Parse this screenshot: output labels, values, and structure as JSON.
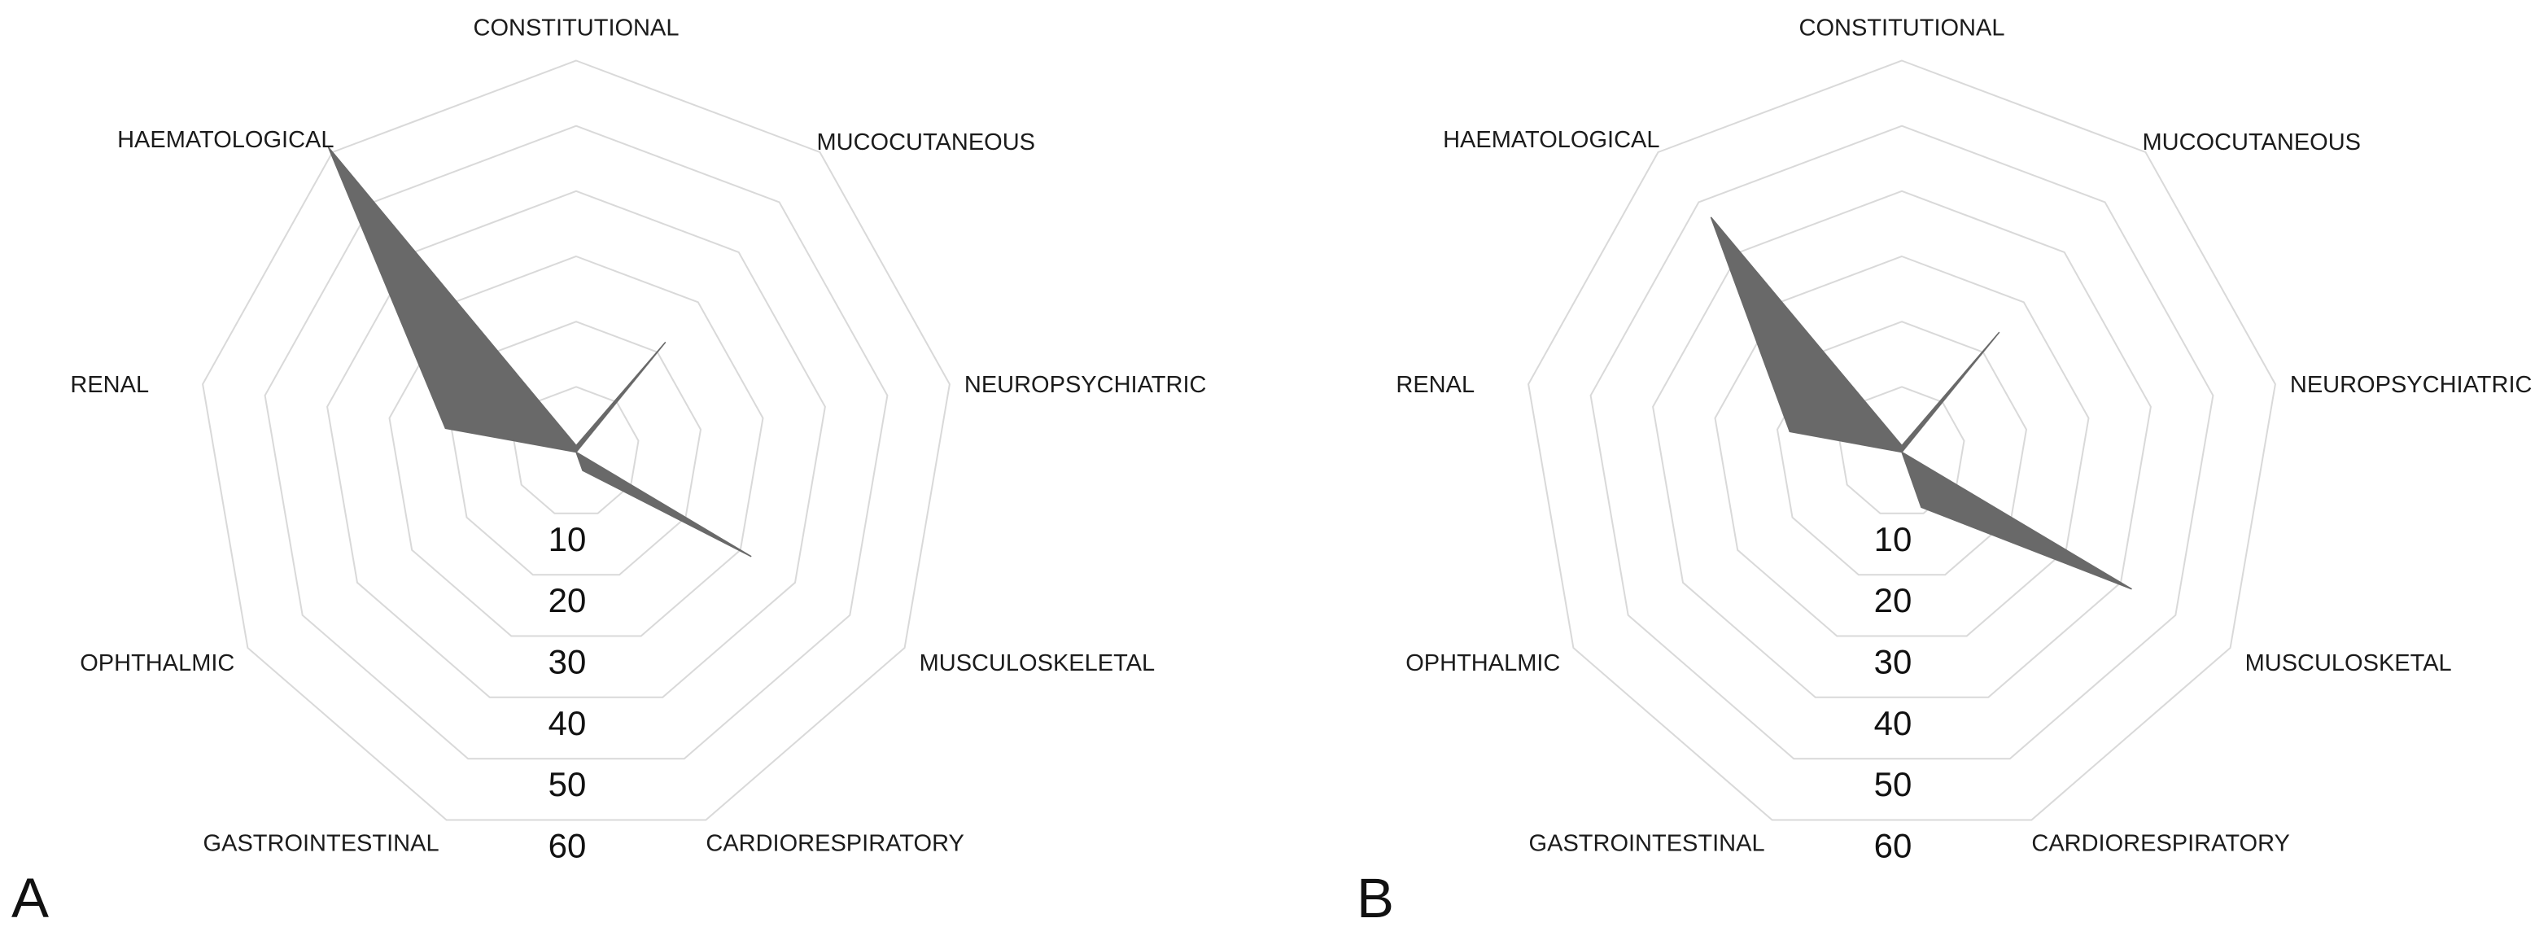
{
  "figure": {
    "panel_a_label": "A",
    "panel_b_label": "B"
  },
  "colors": {
    "series_fill": "#696969",
    "grid_line": "#d9d9d9",
    "category_text": "#1b1b1b",
    "tick_text": "#111111",
    "background": "#ffffff"
  },
  "chart_data": [
    {
      "type": "radar",
      "panel_label": "A",
      "categories": [
        "CONSTITUTIONAL",
        "MUCOCUTANEOUS",
        "NEUROPSYCHIATRIC",
        "MUSCULOSKELETAL",
        "CARDIORESPIRATORY",
        "GASTROINTESTINAL",
        "OPHTHALMIC",
        "RENAL",
        "HAEMATOLOGICAL"
      ],
      "values": [
        1,
        22,
        0,
        32,
        3,
        0,
        0,
        21,
        61
      ],
      "radial_ticks": [
        "10",
        "20",
        "30",
        "40",
        "50",
        "60"
      ],
      "rmin": 0,
      "rmax": 60,
      "grid": "on",
      "legend": "none",
      "series_name": ""
    },
    {
      "type": "radar",
      "panel_label": "B",
      "categories": [
        "CONSTITUTIONAL",
        "MUCOCUTANEOUS",
        "NEUROPSYCHIATRIC",
        "MUSCULOSKETAL",
        "CARDIORESPIRATORY",
        "GASTROINTESTINAL",
        "OPHTHALMIC",
        "RENAL",
        "HAEMATOLOGICAL"
      ],
      "values": [
        1,
        24,
        0,
        42,
        9,
        0,
        0,
        18,
        47
      ],
      "radial_ticks": [
        "10",
        "20",
        "30",
        "40",
        "50",
        "60"
      ],
      "rmin": 0,
      "rmax": 60,
      "grid": "on",
      "legend": "none",
      "series_name": ""
    }
  ]
}
